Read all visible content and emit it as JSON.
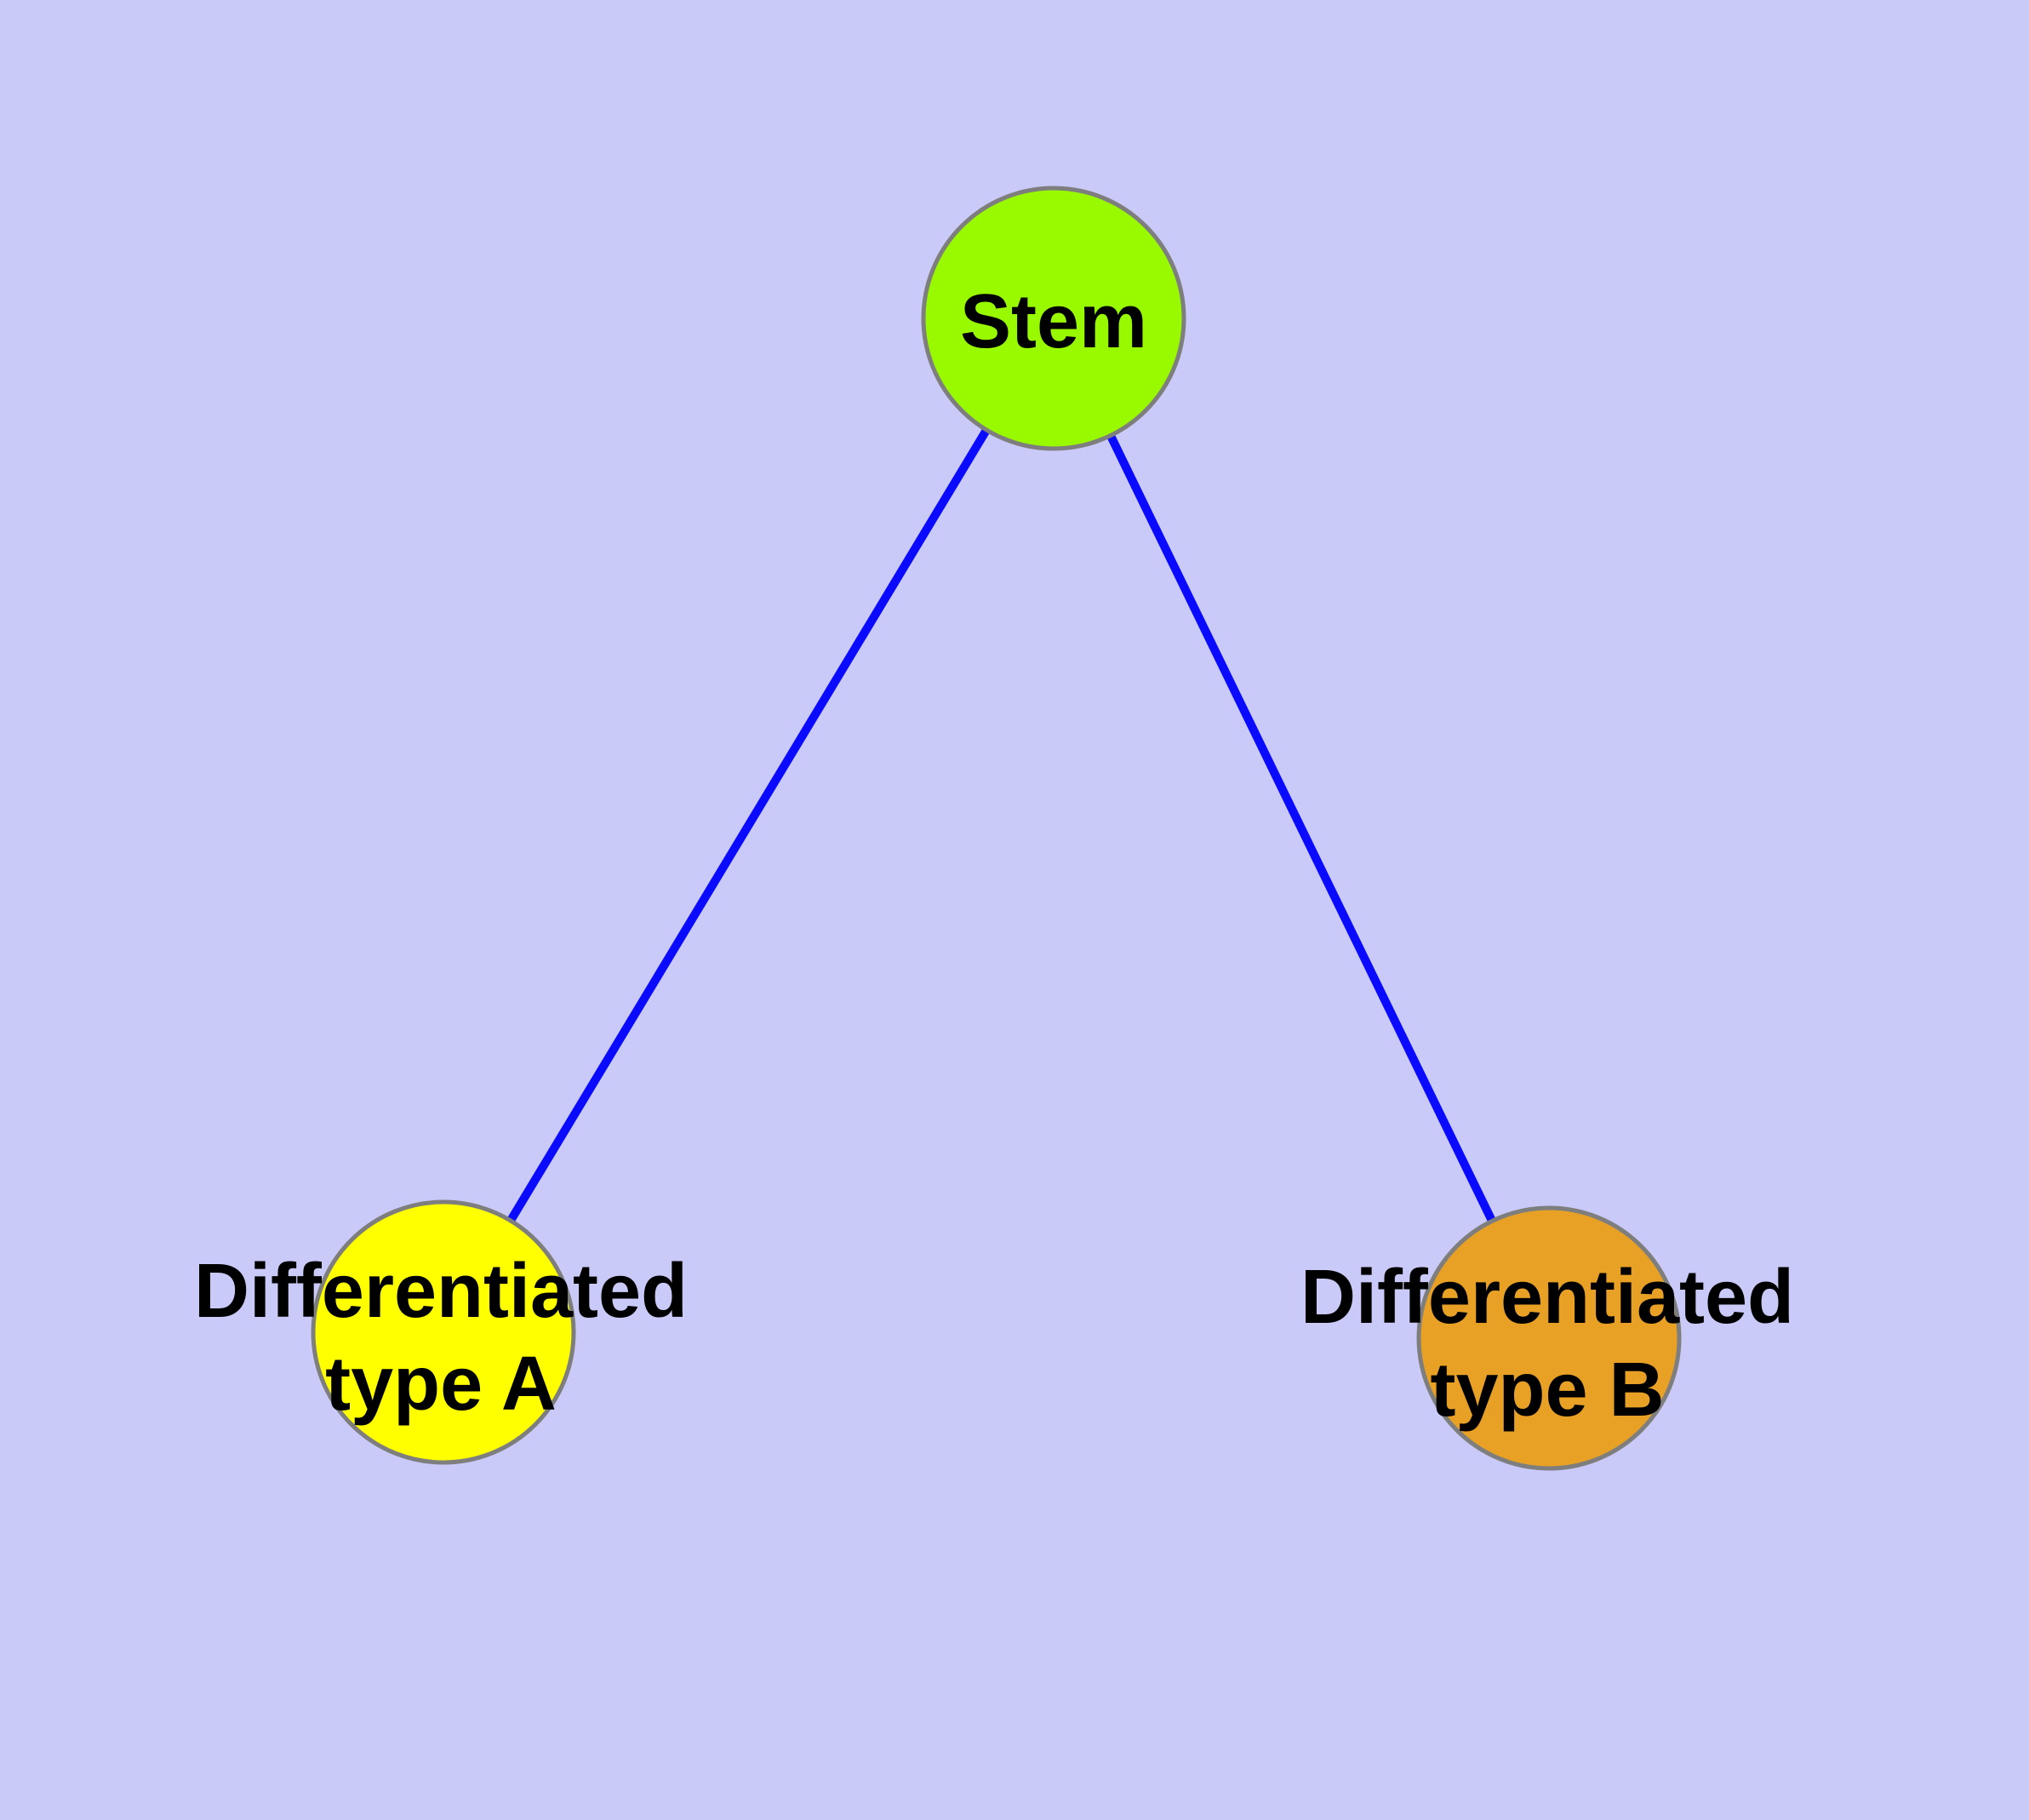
{
  "diagram": {
    "type": "graph",
    "background_color": "#CACAF8",
    "edge_color": "#0A0AFF",
    "node_border_color": "#7E7E7E",
    "text_color": "#000000",
    "nodes": [
      {
        "id": "stem",
        "label": "Stem",
        "fill": "#99FA00"
      },
      {
        "id": "differentiated-type-a",
        "label_line1": "Differentiated",
        "label_line2": "type A",
        "fill": "#FFFF00"
      },
      {
        "id": "differentiated-type-b",
        "label_line1": "Differentiated",
        "label_line2": "type B",
        "fill": "#E8A125"
      }
    ],
    "edges": [
      {
        "from": "stem",
        "to": "differentiated-type-a"
      },
      {
        "from": "stem",
        "to": "differentiated-type-b"
      }
    ]
  }
}
